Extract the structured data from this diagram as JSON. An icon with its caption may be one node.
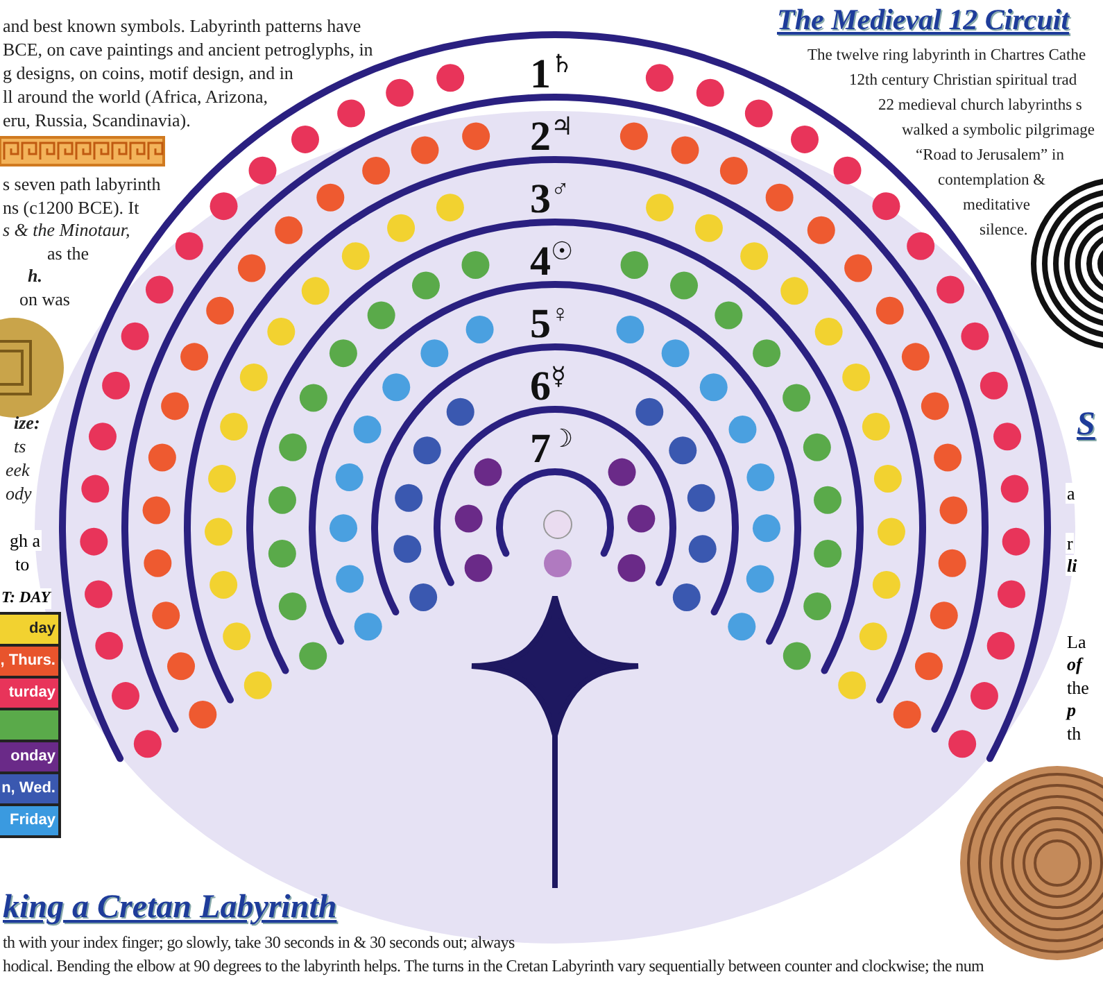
{
  "diagram": {
    "labels": [
      "and best known symbols. Labyrinth patterns have",
      "BCE, on cave paintings and ancient petroglyphs, in",
      "g designs, on coins, motif design, and in",
      "ll around the world (Africa, Arizona,",
      "eru, Russia, Scandinavia).",
      "s seven path labyrinth",
      "ns (c1200 BCE). It",
      "s & the Minotaur,",
      "as the",
      "h.",
      "on was",
      "ize:",
      "ts",
      "eek",
      "ody",
      "gh a",
      "to",
      "T: DAY",
      "The Medieval 12 Circuit",
      "The twelve ring labyrinth in Chartres Cathe",
      "12th century Christian spiritual trad",
      "22 medieval church labyrinths s",
      "walked a symbolic pilgrimage",
      "“Road to Jerusalem” in",
      "contemplation &",
      "meditative",
      "silence.",
      "1$^{♄}$",
      "2$^{♃}$",
      "3$^{♂}$",
      "4$^{☉}$",
      "5$^{♀}$",
      "6$^{☿}$",
      "7$^{☽}$",
      "S",
      "a",
      "r",
      "li",
      "La",
      "of",
      "the",
      "p",
      "th",
      "king a Cretan Labyrinth",
      "th with your index finger; go slowly, take 30 seconds in & 30 seconds out; always",
      "hodical. Bending the elbow at 90 degrees to the labyrinth helps. The turns in the Cretan Labyrinth vary sequentially between counter and clockwise; the num"
    ],
    "legend": [
      {
        "text": "day",
        "color": "#f2d230"
      },
      {
        "text": ", Thurs.",
        "color": "#e8542c"
      },
      {
        "text": "turday",
        "color": "#e8345a"
      },
      {
        "text": "onday",
        "color": "#6a2a88"
      },
      {
        "text": "n, Wed.",
        "color": "#3a58b0"
      },
      {
        "text": "Friday",
        "color": "#3a9ae0"
      }
    ]
  }
}
